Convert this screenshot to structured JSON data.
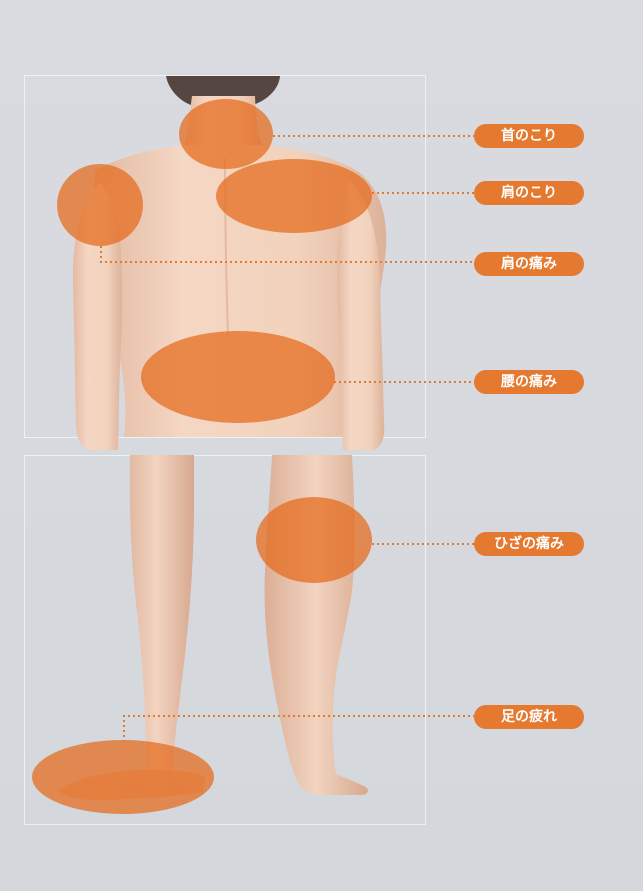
{
  "labels": {
    "neck_stiffness": "首のこり",
    "shoulder_stiffness": "肩のこり",
    "shoulder_pain": "肩の痛み",
    "lower_back_pain": "腰の痛み",
    "knee_pain": "ひざの痛み",
    "foot_fatigue": "足の疲れ"
  },
  "colors": {
    "background": "#d7d9dd",
    "skin": "#f0d1bb",
    "skin_shadow": "#ddb29a",
    "hair": "#4b3a33",
    "marker": "#e56a1a",
    "label": "#e4792f",
    "leader": "#e07b34"
  }
}
